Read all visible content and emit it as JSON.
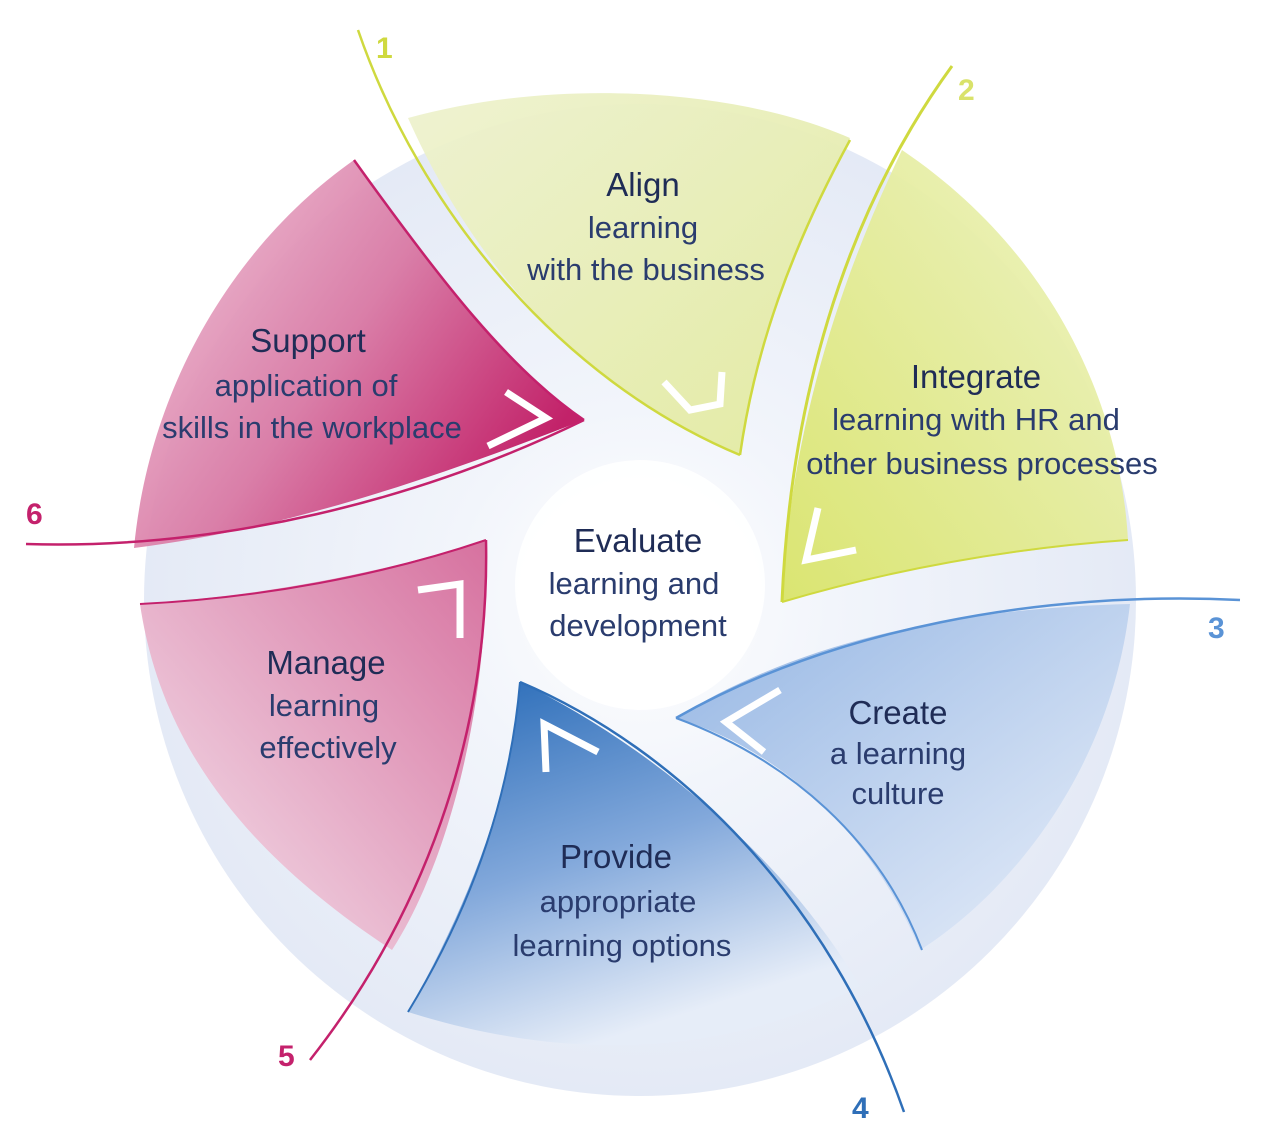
{
  "colors": {
    "circle_fill": "#e6ebf6",
    "lime": "#cfd93f",
    "lime_fill": "#e7edb7",
    "blue": "#2f6fb8",
    "blue_fill": "#2f72bd",
    "magenta": "#c4216c",
    "magenta_fill": "#c4216c",
    "text_dark": "#1f2c56",
    "chevron": "#ffffff"
  },
  "center": {
    "title": "Evaluate",
    "line1": "learning and",
    "line2": "development"
  },
  "segments": [
    {
      "number": "1",
      "title": "Align",
      "line1": "learning",
      "line2": "with the business",
      "color": "#cfd93f"
    },
    {
      "number": "2",
      "title": "Integrate",
      "line1": "learning with HR and",
      "line2": "other business processes",
      "color": "#cfd93f"
    },
    {
      "number": "3",
      "title": "Create",
      "line1": "a learning",
      "line2": "culture",
      "color": "#5a93d6"
    },
    {
      "number": "4",
      "title": "Provide",
      "line1": "appropriate",
      "line2": "learning options",
      "color": "#2f6fb8"
    },
    {
      "number": "5",
      "title": "Manage",
      "line1": "learning",
      "line2": "effectively",
      "color": "#c4216c"
    },
    {
      "number": "6",
      "title": "Support",
      "line1": "application of",
      "line2": "skills in the workplace",
      "color": "#c4216c"
    }
  ]
}
